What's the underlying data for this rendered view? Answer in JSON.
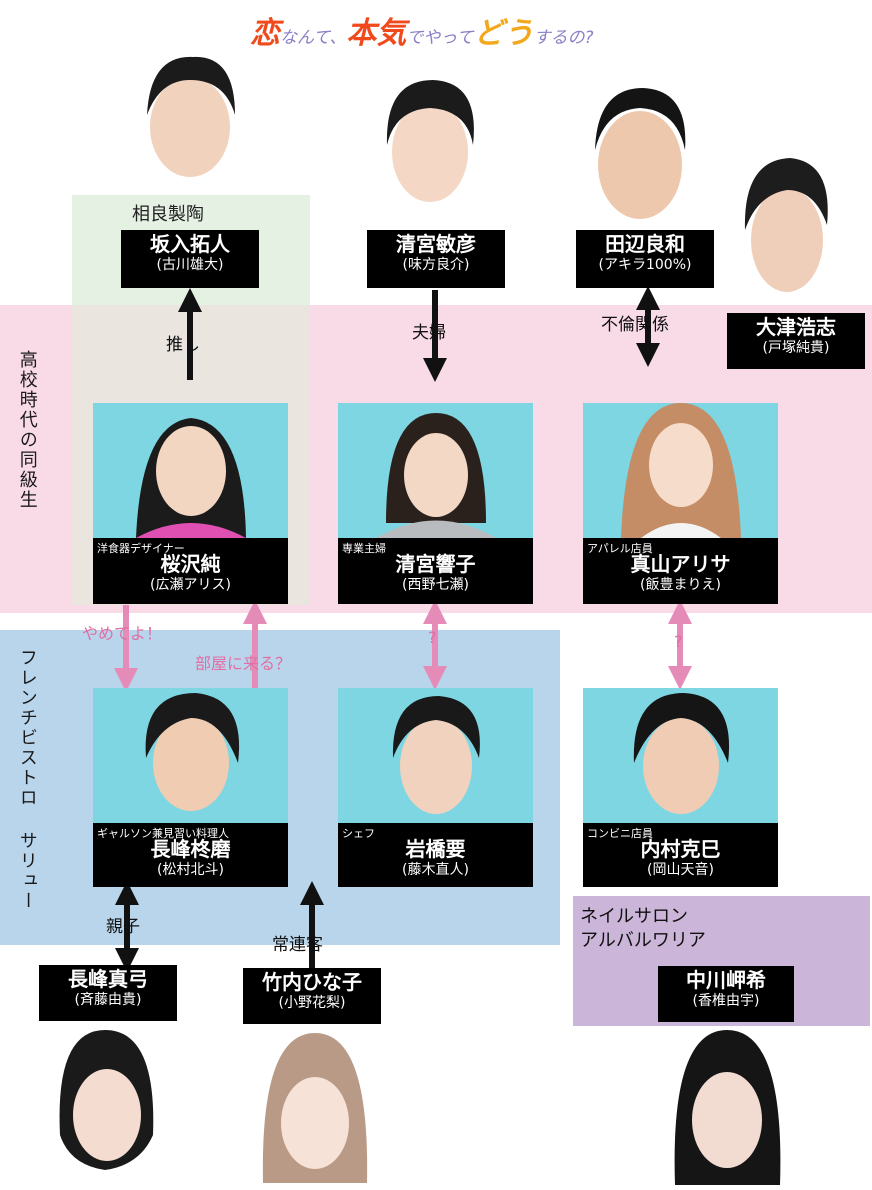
{
  "title": {
    "parts": [
      {
        "text": "恋",
        "size": "big",
        "color": "#f04a1c"
      },
      {
        "text": "なんて、",
        "size": "small",
        "color": "#8a80c8"
      },
      {
        "text": "本気",
        "size": "big",
        "color": "#f04a1c"
      },
      {
        "text": "でやって",
        "size": "small",
        "color": "#8a80c8"
      },
      {
        "text": "どう",
        "size": "big",
        "color": "#f2a81a"
      },
      {
        "text": "するの?",
        "size": "small",
        "color": "#8a80c8"
      }
    ]
  },
  "groups": {
    "sagara": "相良製陶",
    "school": "高校時代の同級生",
    "bistro": "フレンチビストロ サリュー",
    "nail": "ネイルサロン\nアルバルワリア"
  },
  "people": {
    "sakairi": {
      "name": "坂入拓人",
      "actor": "(古川雄大)",
      "role": ""
    },
    "kiyomiya_t": {
      "name": "清宮敏彦",
      "actor": "(味方良介)",
      "role": ""
    },
    "tanabe": {
      "name": "田辺良和",
      "actor": "(アキラ100%)",
      "role": ""
    },
    "otsu": {
      "name": "大津浩志",
      "actor": "(戸塚純貴)",
      "role": ""
    },
    "sakurazawa": {
      "name": "桜沢純",
      "actor": "(広瀬アリス)",
      "role": "洋食器デザイナー"
    },
    "kiyomiya_k": {
      "name": "清宮響子",
      "actor": "(西野七瀬)",
      "role": "専業主婦"
    },
    "mayama": {
      "name": "真山アリサ",
      "actor": "(飯豊まりえ)",
      "role": "アパレル店員"
    },
    "nagamine_t": {
      "name": "長峰柊磨",
      "actor": "(松村北斗)",
      "role": "ギャルソン兼見習い料理人"
    },
    "iwahashi": {
      "name": "岩橋要",
      "actor": "(藤木直人)",
      "role": "シェフ"
    },
    "uchimura": {
      "name": "内村克巳",
      "actor": "(岡山天音)",
      "role": "コンビニ店員"
    },
    "nagamine_m": {
      "name": "長峰真弓",
      "actor": "(斉藤由貴)",
      "role": ""
    },
    "takeuchi": {
      "name": "竹内ひな子",
      "actor": "(小野花梨)",
      "role": ""
    },
    "nakagawa": {
      "name": "中川岬希",
      "actor": "(香椎由宇)",
      "role": ""
    }
  },
  "relations": {
    "oshi": "推し",
    "fuufu": "夫婦",
    "furin": "不倫関係",
    "yamete": "やめてよ！",
    "heya": "部屋に来る？",
    "q1": "?",
    "q2": "?",
    "oyako": "親子",
    "jouren": "常連客"
  },
  "colors": {
    "arrow_black": "#111111",
    "arrow_pink": "#e48bb8",
    "card_bg": "#7dd6e2",
    "school_region": "#f9dbe8",
    "bistro_region": "#b8d5ec",
    "sagara_region": "#e4f1e3",
    "nail_region": "#cbb5d9"
  }
}
